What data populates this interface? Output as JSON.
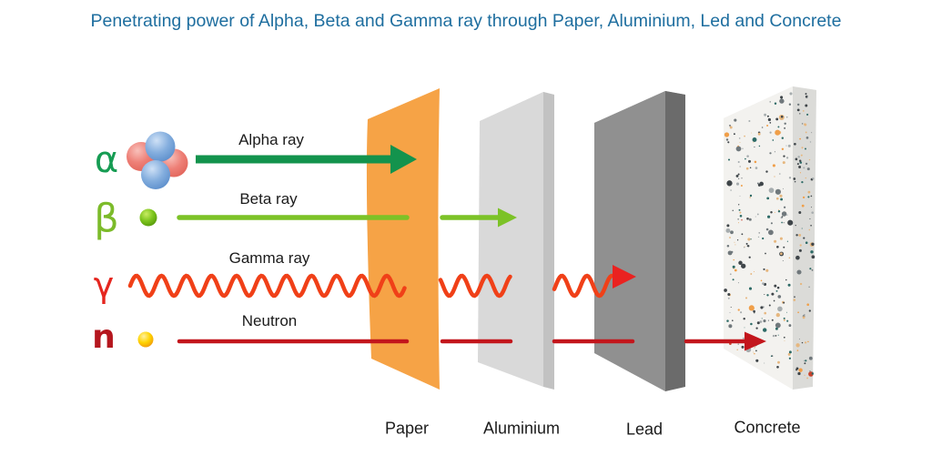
{
  "title": {
    "text": "Penetrating power of Alpha, Beta and Gamma ray through Paper, Aluminium, Led and Concrete",
    "color": "#1E6E9F"
  },
  "rays": [
    {
      "symbol": "α",
      "label": "Alpha ray",
      "color": "#13934D",
      "symbol_color": "#169C53",
      "icon": "alpha-particle-icon",
      "proton_color": "#EE8077",
      "neutron_color": "#84AEDE",
      "stopped_by": "Paper"
    },
    {
      "symbol": "β",
      "label": "Beta ray",
      "color": "#7CC227",
      "symbol_color": "#7CBB2A",
      "icon": "beta-particle-icon",
      "particle_color": "#7CC41C",
      "stopped_by": "Aluminium"
    },
    {
      "symbol": "γ",
      "label": "Gamma ray",
      "color": "#F04018",
      "symbol_color": "#E5261F",
      "icon": "gamma-wave-icon",
      "arrowhead_color": "#EA2220",
      "stopped_by": "Lead"
    },
    {
      "symbol": "n",
      "label": "Neutron",
      "color": "#C3161C",
      "symbol_color": "#B5161E",
      "icon": "neutron-particle-icon",
      "particle_color": "#FFD400",
      "stopped_by": "Concrete"
    }
  ],
  "barriers": [
    {
      "label": "Paper",
      "color": "#F6A346"
    },
    {
      "label": "Aluminium",
      "front": "#D9D9D9",
      "side": "#C2C2C2",
      "top": "#ECECEC"
    },
    {
      "label": "Lead",
      "front": "#909090",
      "side": "#6B6B6B",
      "top": "#A6A6A6"
    },
    {
      "label": "Concrete",
      "front": "#F3F2EF",
      "side": "#DBDBD8",
      "top": "#E9E8E4",
      "speckle_colors": [
        "#3F4549",
        "#70787C",
        "#2D6A66",
        "#E6B77F",
        "#F09F49",
        "#A6ACAE",
        "#C8432E"
      ]
    }
  ]
}
